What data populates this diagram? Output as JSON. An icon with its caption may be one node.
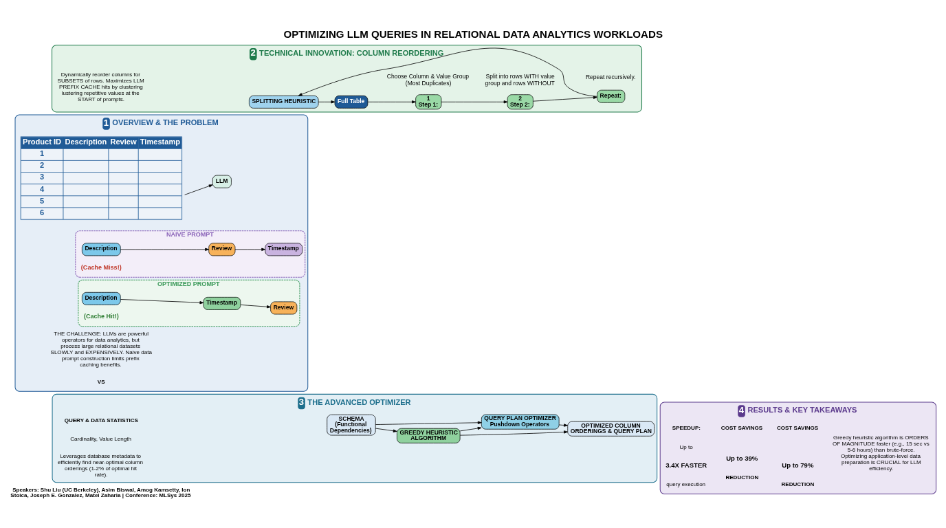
{
  "diagram": {
    "title": "OPTIMIZING LLM QUERIES IN RELATIONAL DATA ANALYTICS WORKLOADS",
    "nodes": [
      {
        "text": [
          "1",
          "OVERVIEW & THE PROBLEM"
        ]
      },
      {
        "text": [
          "Product ID",
          "Description",
          "Review",
          "Timestamp",
          "1",
          "2",
          "3",
          "4",
          "5",
          "6"
        ],
        "in": 0
      },
      {
        "text": [
          "LLM"
        ],
        "in": 0
      },
      {
        "text": [
          "NAIVE PROMPT",
          "(Cache Miss!)"
        ],
        "in": 0
      },
      {
        "text": [
          "Description"
        ],
        "in": 3
      },
      {
        "text": [
          "Review"
        ],
        "in": 3
      },
      {
        "text": [
          "Timestamp"
        ],
        "in": 3
      },
      {
        "text": [
          "OPTIMIZED PROMPT",
          "(Cache Hit!)"
        ],
        "in": 0
      },
      {
        "text": [
          "Description"
        ],
        "in": 7
      },
      {
        "text": [
          "Timestamp"
        ],
        "in": 7
      },
      {
        "text": [
          "Review"
        ],
        "in": 7
      },
      {
        "text": [
          "2",
          "TECHNICAL INNOVATION: COLUMN REORDERING"
        ]
      },
      {
        "text": [
          "SPLITTING HEURISTIC"
        ],
        "in": 11
      },
      {
        "text": [
          "Full Table"
        ],
        "in": 11
      },
      {
        "text": [
          "1",
          "Step 1:"
        ],
        "in": 11,
        "beside": [
          "Choose Column & Value Group (Most Duplicates)"
        ]
      },
      {
        "text": [
          "2",
          "Step 2:"
        ],
        "in": 11,
        "beside": [
          "Split into rows WITH value group and rows WITHOUT"
        ]
      },
      {
        "text": [
          "Repeat:"
        ],
        "in": 11,
        "beside": [
          "Repeat recursively."
        ]
      },
      {
        "text": [
          "3",
          "THE ADVANCED OPTIMIZER"
        ]
      },
      {
        "text": [
          "SCHEMA",
          "(Functional Dependencies)"
        ],
        "in": 17
      },
      {
        "text": [
          "GREEDY HEURISTIC ALGORITHM"
        ],
        "in": 17
      },
      {
        "text": [
          "QUERY PLAN OPTIMIZER",
          "Pushdown Operators"
        ],
        "in": 17
      },
      {
        "text": [
          "OPTIMIZED COLUMN ORDERINGS & QUERY PLAN"
        ],
        "in": 17
      },
      {
        "text": [
          "4",
          "RESULTS & KEY TAKEAWAYS"
        ]
      }
    ],
    "edges": [
      {
        "from": 1,
        "to": 2,
        "arrow": "to"
      },
      {
        "from": 4,
        "to": 5,
        "arrow": "to"
      },
      {
        "from": 5,
        "to": 6,
        "arrow": "to"
      },
      {
        "from": 8,
        "to": 9,
        "arrow": "to"
      },
      {
        "from": 9,
        "to": 10,
        "arrow": "to"
      },
      {
        "from": 12,
        "to": 13,
        "arrow": "to"
      },
      {
        "from": 13,
        "to": 14,
        "arrow": "to"
      },
      {
        "from": 14,
        "to": 15,
        "arrow": "to"
      },
      {
        "from": 15,
        "to": 16,
        "arrow": "to"
      },
      {
        "from": 16,
        "to": 12,
        "arrow": "to"
      },
      {
        "from": 18,
        "to": 19,
        "arrow": "to"
      },
      {
        "from": 18,
        "to": 20,
        "arrow": "to"
      },
      {
        "from": 19,
        "to": 20,
        "arrow": "to"
      },
      {
        "from": 19,
        "to": 21,
        "arrow": "to"
      },
      {
        "from": 20,
        "to": 21,
        "arrow": "to"
      }
    ],
    "labels": [
      "Speakers: Shu Liu (UC Berkeley), Asim Biswal, Amog Kamsetty, Ion Stoica, Joseph E. Gonzalez, Matei Zaharia | Conference: MLSys 2025",
      "THE CHALLENGE: LLMs are powerful operators for data analytics, but process large relational datasets SLOWLY and EXPENSIVELY. Naive data prompt construction limits prefix caching benefits.",
      "VS",
      "Dynamically reorder columns for SUBSETS of rows. Maximizes LLM PREFIX CACHE hits by clustering lustering repetitive values at the START of prompts.",
      "QUERY & DATA STATISTICS",
      "Cardinality, Value Length",
      "Leverages database metadata to efficiently find near-optimal column orderings (1-2% of optimal hit rate).",
      "SPEEDUP:",
      "Up to",
      "3.4X FASTER",
      "query execution",
      "COST SAVINGS",
      "Up to 39%",
      "REDUCTION",
      "COST SAVINGS",
      "Up to 79%",
      "REDUCTION",
      "Greedy heuristic algorithm is ORDERS OF MAGNITUDE faster (e.g., 15 sec vs 5-6 hours) than brute-force. Optimizing application-level data preparation is CRUCIAL for LLM efficiency."
    ]
  }
}
